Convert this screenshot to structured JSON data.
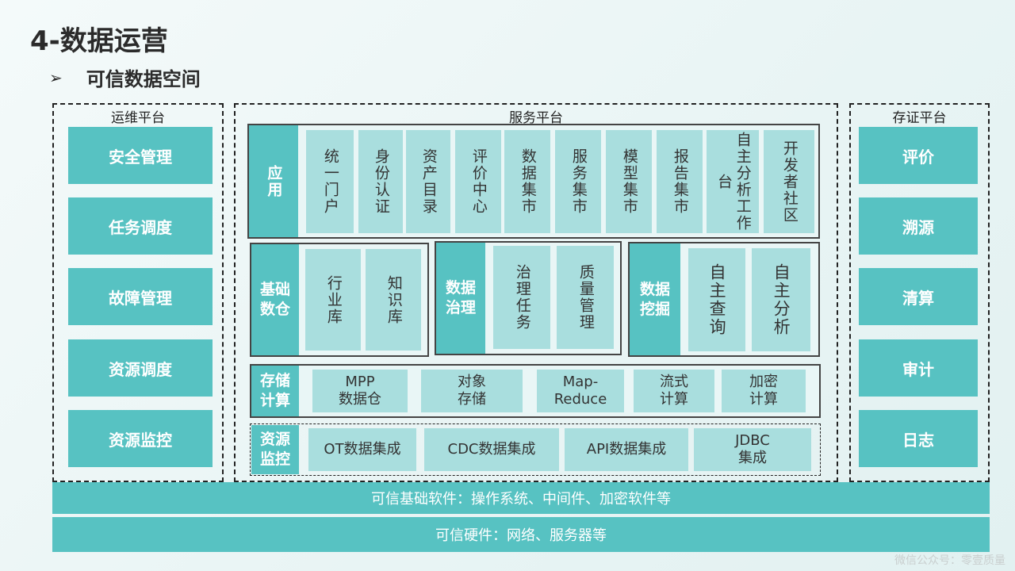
{
  "title": "4-数据运营",
  "subtitle_arrow": "➢",
  "subtitle": "可信数据空间",
  "ops": {
    "label": "运维平台",
    "items": [
      "安全管理",
      "任务调度",
      "故障管理",
      "资源调度",
      "资源监控"
    ]
  },
  "service": {
    "label": "服务平台",
    "app": {
      "head": "应用",
      "items": [
        "统一门户",
        "身份认证",
        "资产目录",
        "评价中心",
        "数据集市",
        "服务集市",
        "模型集市",
        "报告集市",
        "自主分析工作台",
        "开发者社区"
      ]
    },
    "warehouse": {
      "head": "基础数仓",
      "items": [
        "行业库",
        "知识库"
      ]
    },
    "governance": {
      "head": "数据治理",
      "items": [
        "治理任务",
        "质量管理"
      ]
    },
    "mining": {
      "head": "数据挖掘",
      "items": [
        "自主查询",
        "自主分析"
      ]
    },
    "storage": {
      "head": "存储计算",
      "items": [
        "MPP\n数据仓",
        "对象\n存储",
        "Map-\nReduce",
        "流式\n计算",
        "加密\n计算"
      ]
    },
    "monitor": {
      "head": "资源监控",
      "items": [
        "OT数据集成",
        "CDC数据集成",
        "API数据集成",
        "JDBC\n集成"
      ]
    }
  },
  "evidence": {
    "label": "存证平台",
    "items": [
      "评价",
      "溯源",
      "清算",
      "审计",
      "日志"
    ]
  },
  "bars": {
    "software": "可信基础软件：操作系统、中间件、加密软件等",
    "hardware": "可信硬件：网络、服务器等"
  },
  "watermark": "微信公众号：零壹质量",
  "colors": {
    "accent": "#57c2c2",
    "light": "#a9dede"
  }
}
